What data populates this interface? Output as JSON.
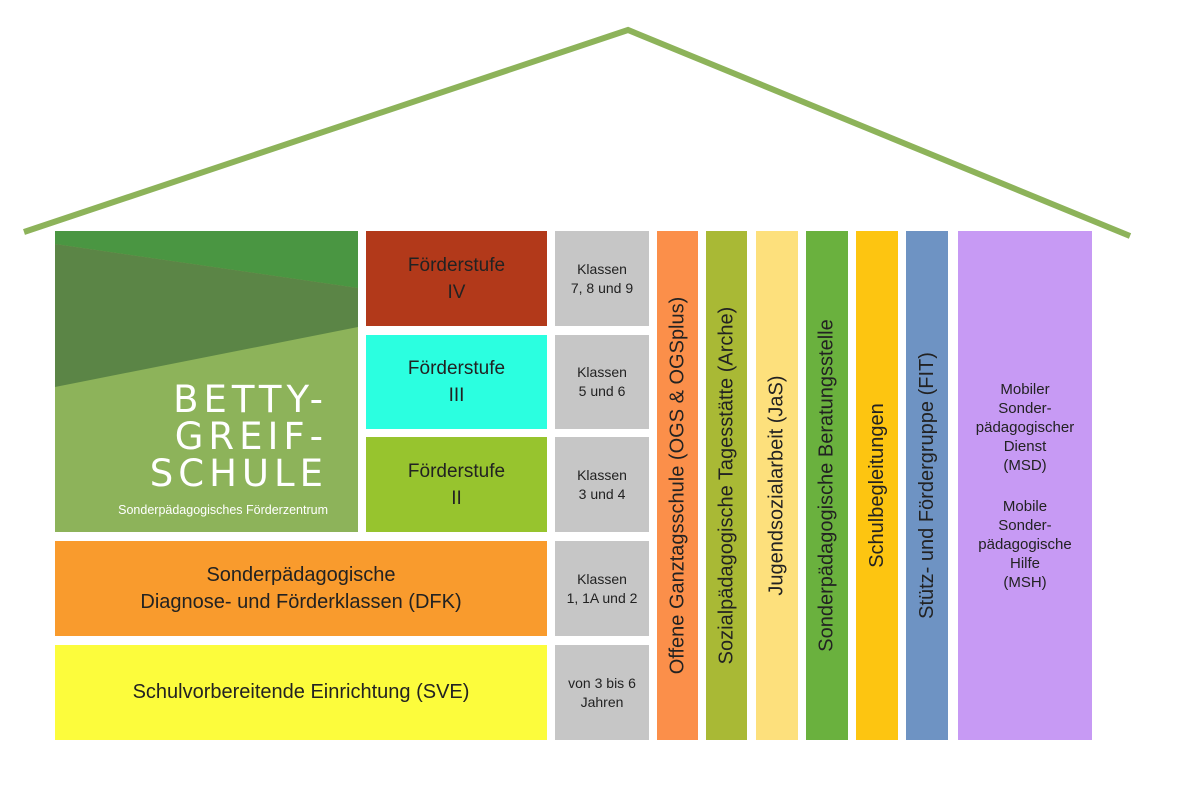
{
  "colors": {
    "roof": "#8db35a",
    "logo_top": "#4a9642",
    "logo_mid": "#5b8546",
    "logo_bottom": "#8db35a",
    "stufe_iv": "#b2391a",
    "stufe_iii": "#2bffe0",
    "stufe_ii": "#97c42e",
    "dfk": "#f99b2d",
    "sve": "#fcfc3c",
    "klassen": "#c6c6c6",
    "ogs": "#fb8f4a",
    "arche": "#a9b935",
    "jas": "#fde07c",
    "beratung": "#6ab13e",
    "schulbegleitungen": "#fdc511",
    "fit": "#6e93c3",
    "msd": "#c79af4"
  },
  "logo": {
    "line1": "BETTY-",
    "line2": "GREIF-",
    "line3": "SCHULE",
    "subtitle": "Sonderpädagogisches Förderzentrum"
  },
  "stufen": {
    "iv": "Förderstufe\nIV",
    "iii": "Förderstufe\nIII",
    "ii": "Förderstufe\nII"
  },
  "klassen": {
    "k789": "Klassen\n7, 8 und 9",
    "k56": "Klassen\n5 und 6",
    "k34": "Klassen\n3 und 4",
    "k12": "Klassen\n1, 1A und 2",
    "k36": "von 3 bis 6\nJahren"
  },
  "dfk": "Sonderpädagogische\nDiagnose- und Förderklassen (DFK)",
  "sve": "Schulvorbereitende Einrichtung (SVE)",
  "pillars": {
    "ogs": "Offene Ganztagsschule (OGS & OGSplus)",
    "arche": "Sozialpädagogische Tagesstätte (Arche)",
    "jas": "Jugendsozialarbeit (JaS)",
    "beratung": "Sonderpädagogische Beratungsstelle",
    "schulbegleitungen": "Schulbegleitungen",
    "fit": "Stütz- und Fördergruppe (FIT)"
  },
  "msd": {
    "dienst": "Mobiler\nSonder-\npädagogischer\nDienst\n(MSD)",
    "hilfe": "Mobile\nSonder-\npädagogische\nHilfe\n(MSH)"
  }
}
